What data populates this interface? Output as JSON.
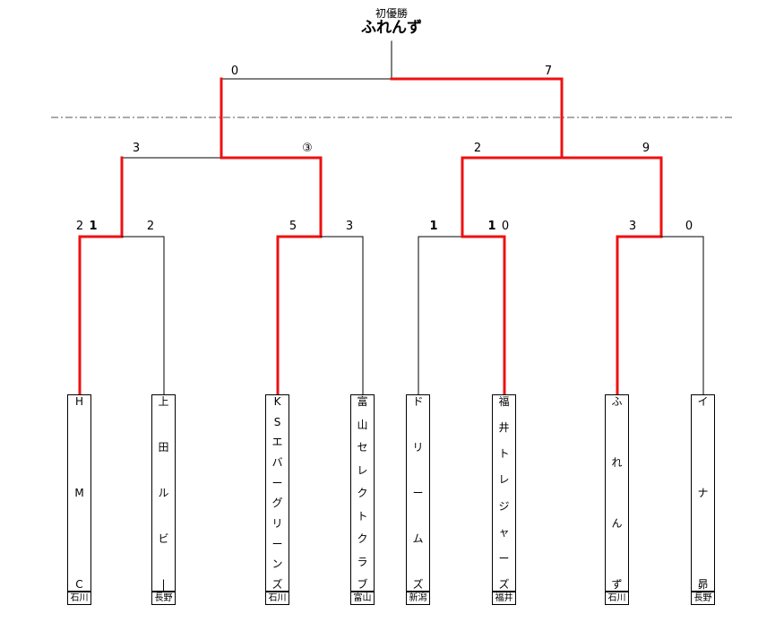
{
  "header": {
    "title": "初優勝",
    "champion": "ふれんず"
  },
  "colors": {
    "winner_line": "#ee1111",
    "line": "#000000",
    "divider": "#555555"
  },
  "final": {
    "score_left": "0",
    "score_right": "7"
  },
  "semifinals": [
    {
      "score_left": "3",
      "score_right": "③"
    },
    {
      "score_left": "2",
      "score_right": "9"
    }
  ],
  "first_round": [
    {
      "score_left": "2",
      "score_left_extra": "1",
      "score_right": "2"
    },
    {
      "score_left": "5",
      "score_right": "3"
    },
    {
      "score_left": "1",
      "score_right": "1",
      "score_right_extra": "0"
    },
    {
      "score_left": "3",
      "score_right": "0"
    }
  ],
  "teams": [
    {
      "name_chars": [
        "H",
        "M",
        "C"
      ],
      "prefecture": "石川"
    },
    {
      "name_chars": [
        "上",
        "田",
        "ル",
        "ビ",
        "|"
      ],
      "prefecture": "長野"
    },
    {
      "name_chars": [
        "K",
        "S",
        "エ",
        "バ",
        "ー",
        "グ",
        "リ",
        "ー",
        "ン",
        "ズ"
      ],
      "prefecture": "石川"
    },
    {
      "name_chars": [
        "富",
        "山",
        "セ",
        "レ",
        "ク",
        "ト",
        "ク",
        "ラ",
        "ブ"
      ],
      "prefecture": "富山"
    },
    {
      "name_chars": [
        "ド",
        "リ",
        "ー",
        "ム",
        "ズ"
      ],
      "prefecture": "新潟"
    },
    {
      "name_chars": [
        "福",
        "井",
        "ト",
        "レ",
        "ジ",
        "ャ",
        "ー",
        "ズ"
      ],
      "prefecture": "福井"
    },
    {
      "name_chars": [
        "ふ",
        "れ",
        "ん",
        "ず"
      ],
      "prefecture": "石川"
    },
    {
      "name_chars": [
        "イ",
        "ナ",
        "昴"
      ],
      "prefecture": "長野"
    }
  ]
}
